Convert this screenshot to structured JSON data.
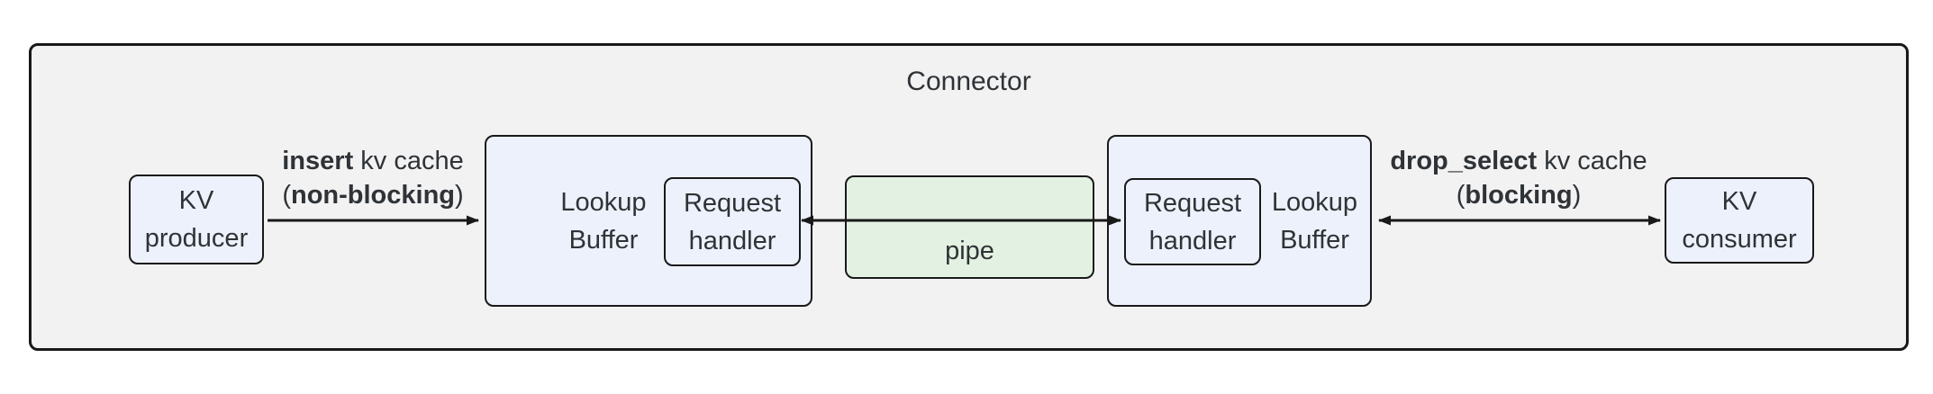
{
  "title": "Connector",
  "colors": {
    "outer_fill": "#f2f2f2",
    "node_fill": "#edf1fb",
    "pipe_fill": "#e3f1e2",
    "border": "#191919",
    "text": "#2f3337"
  },
  "nodes": {
    "kv_producer": {
      "lines": [
        "KV",
        "producer"
      ]
    },
    "lookup_buffer_left": {
      "lines": [
        "Lookup",
        "Buffer"
      ]
    },
    "request_handler_left": {
      "lines": [
        "Request",
        "handler"
      ]
    },
    "pipe": {
      "label": "pipe"
    },
    "request_handler_right": {
      "lines": [
        "Request",
        "handler"
      ]
    },
    "lookup_buffer_right": {
      "lines": [
        "Lookup",
        "Buffer"
      ]
    },
    "kv_consumer": {
      "lines": [
        "KV",
        "consumer"
      ]
    }
  },
  "edges": {
    "insert": {
      "line1_bold": "insert",
      "line1_rest": " kv cache",
      "line2_open": "(",
      "line2_bold": "non-blocking",
      "line2_close": ")"
    },
    "drop_select": {
      "line1_bold": "drop_select",
      "line1_rest": " kv cache",
      "line2_open": "(",
      "line2_bold": "blocking",
      "line2_close": ")"
    }
  }
}
